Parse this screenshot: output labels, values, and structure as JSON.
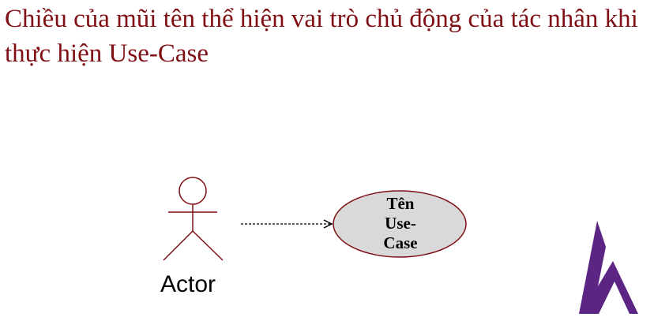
{
  "slide": {
    "title": "Chiều của mũi tên thể hiện vai trò chủ động của tác nhân khi thực hiện Use-Case"
  },
  "diagram": {
    "actor": {
      "label": "Actor",
      "icon": "stick-figure-icon",
      "color": "#7f0f14"
    },
    "use_case": {
      "label_lines": [
        "Tên",
        "Use-",
        "Case"
      ],
      "fill": "#d9d9d9",
      "stroke": "#7f0f14"
    },
    "connector": {
      "style": "dashed",
      "direction": "actor-to-use-case"
    }
  },
  "branding": {
    "logo_icon": "h-logo-icon",
    "color": "#5c2584"
  }
}
